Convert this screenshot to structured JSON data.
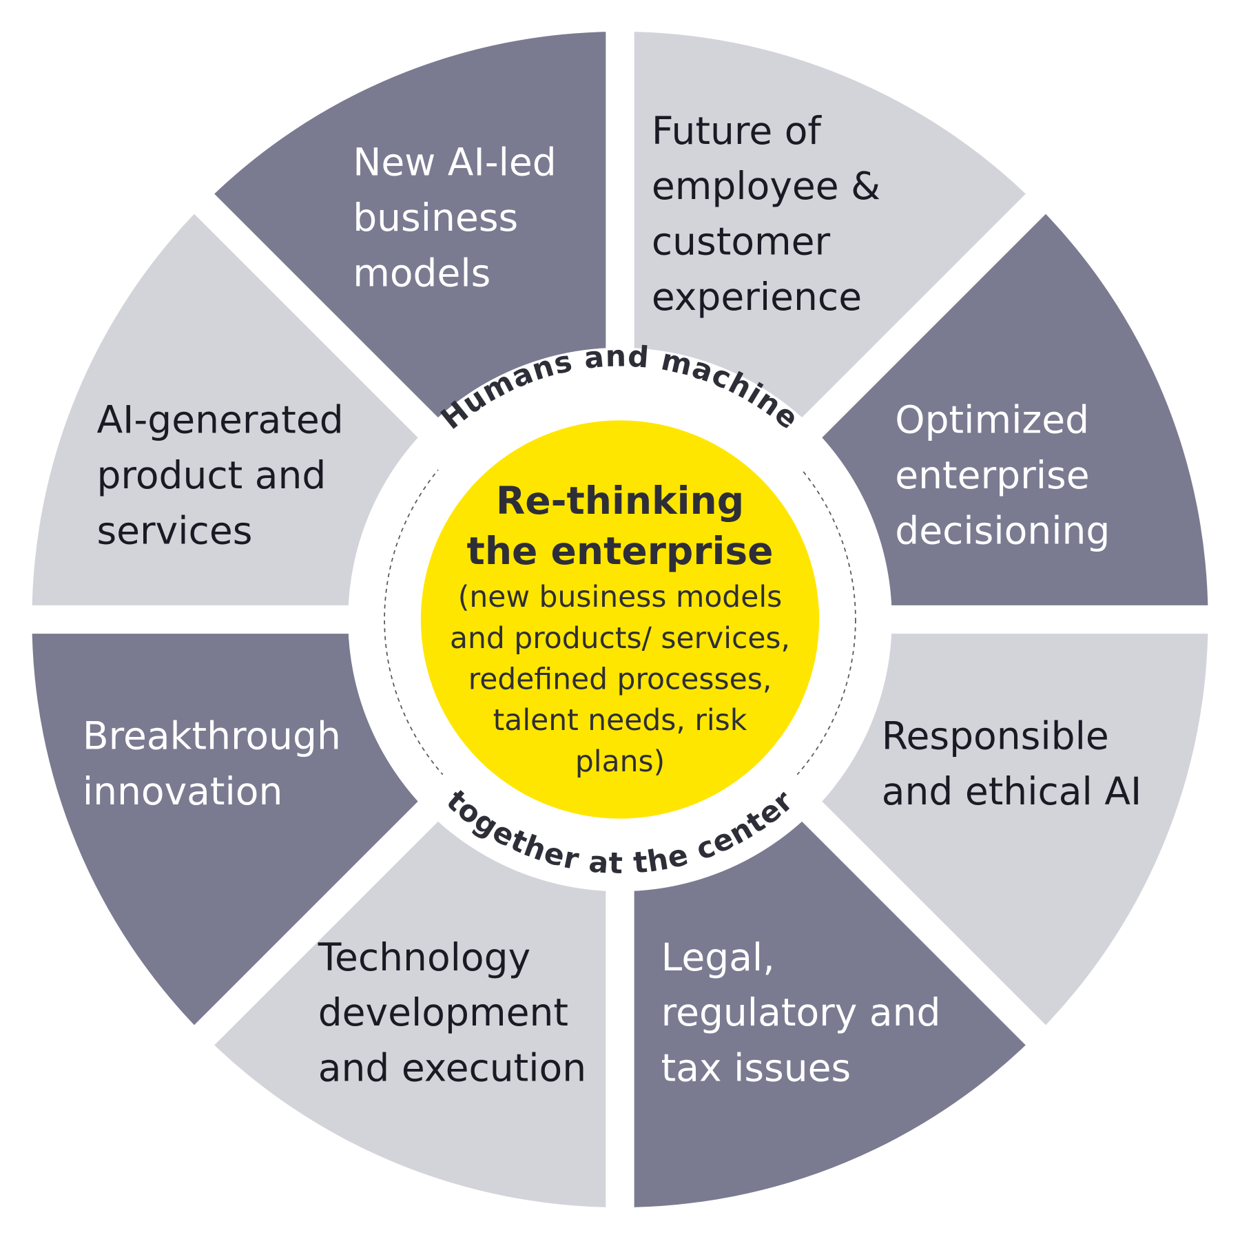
{
  "colors": {
    "dark": "#7a7a91",
    "light": "#d3d3da",
    "center": "#ffe600",
    "text_dark": "#1a1a24",
    "text_light": "#ffffff"
  },
  "segments": [
    {
      "lines": [
        "Future of",
        "employee &",
        "customer",
        "experience"
      ],
      "tone": "light"
    },
    {
      "lines": [
        "Optimized",
        "enterprise",
        "decisioning"
      ],
      "tone": "dark"
    },
    {
      "lines": [
        "Responsible",
        "and ethical AI"
      ],
      "tone": "light"
    },
    {
      "lines": [
        "Legal,",
        "regulatory and",
        "tax issues"
      ],
      "tone": "dark"
    },
    {
      "lines": [
        "Technology",
        "development",
        "and execution"
      ],
      "tone": "light"
    },
    {
      "lines": [
        "Breakthrough",
        "innovation"
      ],
      "tone": "dark"
    },
    {
      "lines": [
        "AI-generated",
        "product and",
        "services"
      ],
      "tone": "light"
    },
    {
      "lines": [
        "New AI-led",
        "business",
        "models"
      ],
      "tone": "dark"
    }
  ],
  "ring": {
    "top_text": "Humans and machine",
    "bottom_text": "together at the center"
  },
  "center": {
    "title_lines": [
      "Re-thinking",
      "the enterprise"
    ],
    "sub_lines": [
      "(new business models",
      "and products/ services,",
      "redefined processes,",
      "talent needs, risk",
      "plans)"
    ]
  }
}
